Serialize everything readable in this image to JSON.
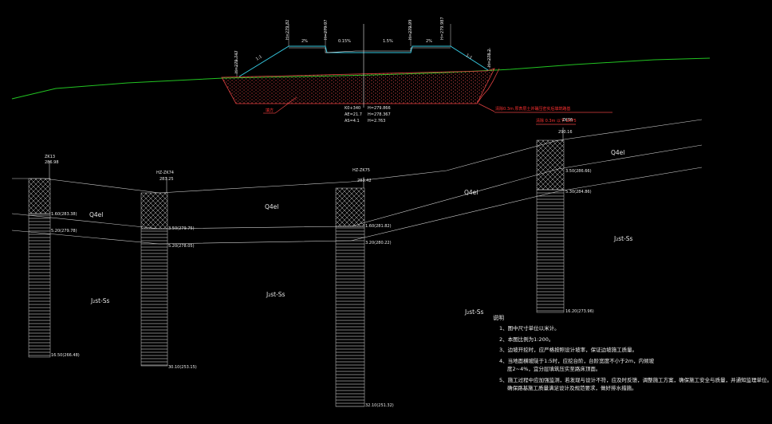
{
  "colors": {
    "background": "#000000",
    "ground_line": "#22c322",
    "embankment": "#35c8e0",
    "fill_body": "#e04141",
    "drawing": "#dcdcdc"
  },
  "road": {
    "slope_left": "1:1",
    "slope_right": "1:1",
    "grade_left_shoulder": "2%",
    "grade_left_lane": "0.15%",
    "grade_right_lane": "1.5%",
    "grade_right_shoulder": "2%",
    "center_left": [
      "K0+340",
      "AE=21.7",
      "AS=4.1"
    ],
    "center_right": [
      "H=279.866",
      "H=278.367",
      "H=2.763"
    ],
    "vert_labels": [
      "H=279.747",
      "H=279.82",
      "H=279.97",
      "H=279.99",
      "H=279.987",
      "H=278.2"
    ],
    "fill_label": "填方",
    "note_red_1": "清除0.3m 厚表层土并碾压密实后填筑路基",
    "note_red_2": "清除 0.3m 以下 ZK75"
  },
  "boreholes": [
    {
      "id": "ZK13",
      "elev": "286.98",
      "layer1": "1.60(283.38)",
      "layer2": "5.20(279.78)",
      "bottom": "16.50(266.48)"
    },
    {
      "id": "HZ-ZK74",
      "elev": "283.25",
      "layer1": "3.50(279.75)",
      "layer2": "5.20(278.05)",
      "bottom": "30.10(253.15)"
    },
    {
      "id": "HZ-ZK75",
      "elev": "283.42",
      "layer1": "1.60(281.82)",
      "layer2": "3.20(280.22)",
      "bottom": "32.10(251.32)"
    },
    {
      "id": "ZK76",
      "elev": "290.16",
      "layer1": "3.50(286.66)",
      "layer2": "5.30(284.86)",
      "bottom": "16.20(273.96)"
    }
  ],
  "strata": {
    "q_left": "Q4el",
    "q_mid": "Q4el",
    "q_right_low": "Q4el",
    "q_right_high": "Q4el",
    "j1": "J₂st-Ss",
    "j2": "J₂st-Ss",
    "j3": "J₂st-Ss",
    "j4": "J₂st-Ss"
  },
  "notes": {
    "title": "说明",
    "items": [
      "1、图中尺寸单位以米计。",
      "2、本图比例为1:200。",
      "3、边坡开挖时，应严格按照设计坡率，保证边坡施工质量。",
      "4、当地面横坡陡于1:5时，应挖台阶，台阶宽度不小于2m，内倾坡",
      "度2~4%，宜分层填筑压实至路床顶面。",
      "5、施工过程中应加强监测，若发现与设计不符，应及时反馈，调整施工方案，确保施工安全与质量，并通知监理单位。",
      "确保路基施工质量满足设计及规范要求，做好排水措施。"
    ]
  }
}
